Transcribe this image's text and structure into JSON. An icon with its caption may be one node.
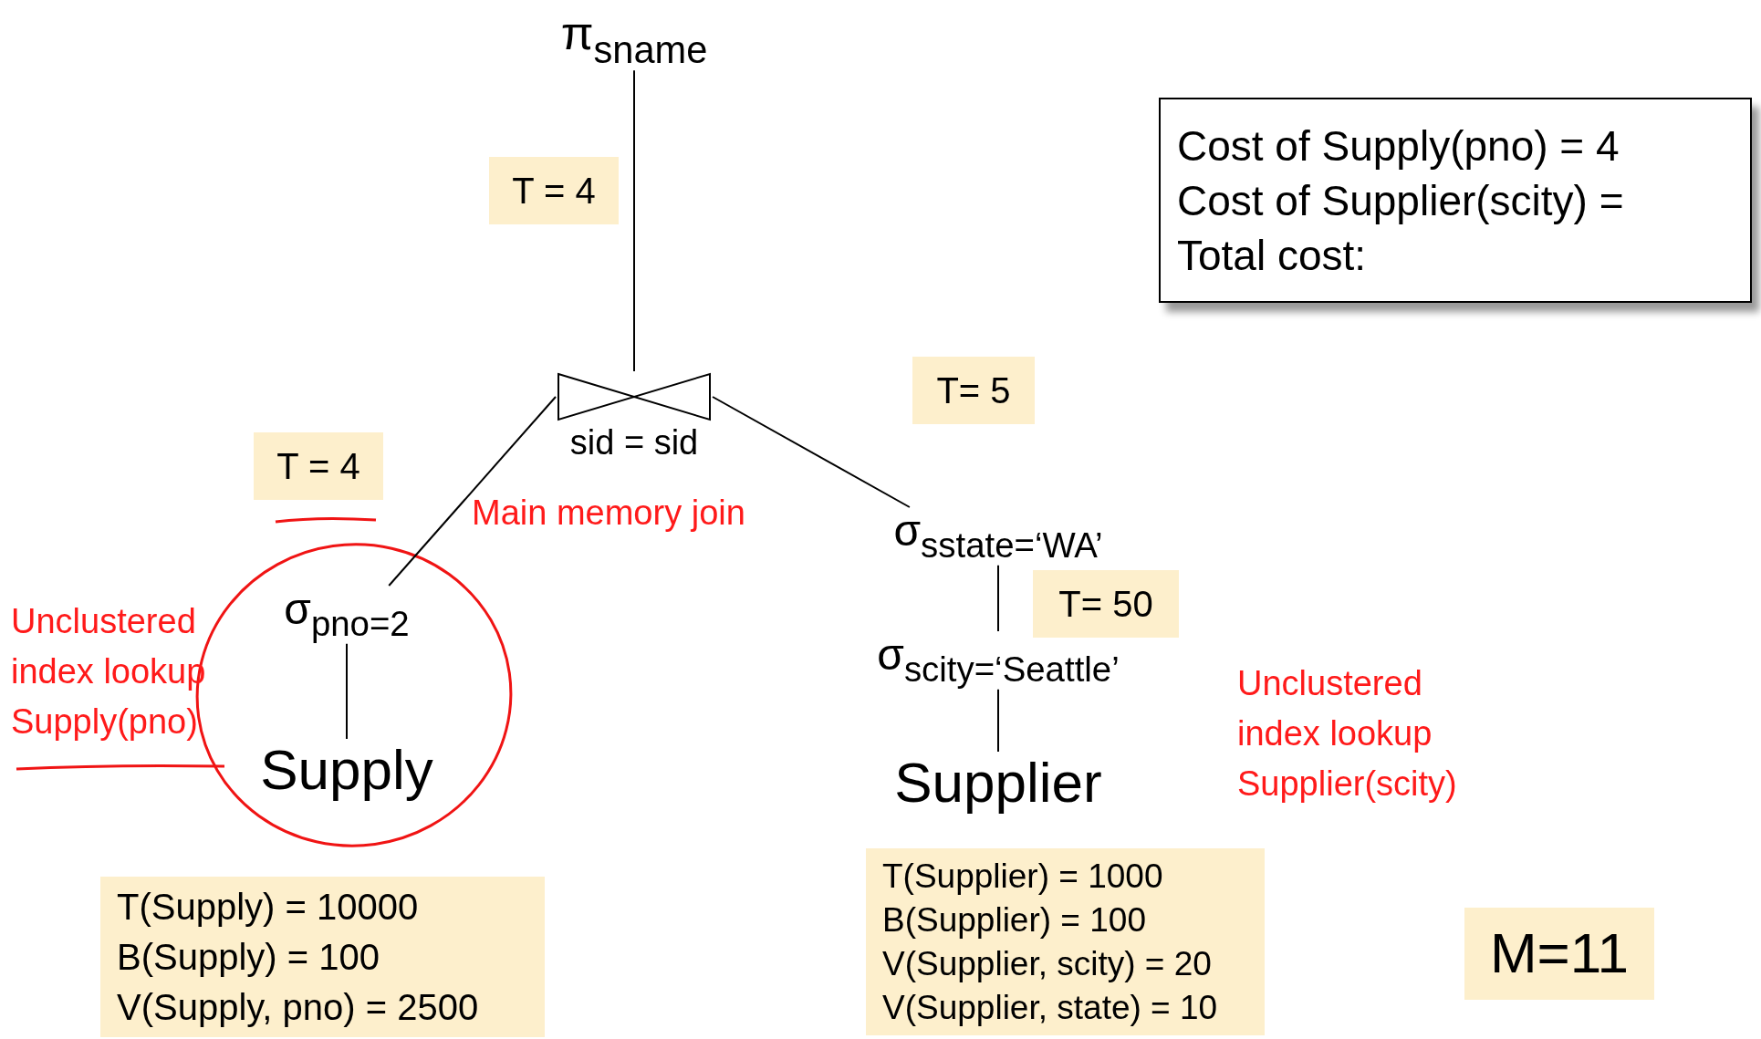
{
  "diagram": {
    "nodes": [
      {
        "text": [
          "π$_{sname}$"
        ]
      },
      {
        "text": [
          "T = 4"
        ]
      },
      {
        "text": [
          "Cost of Supply(pno) = 4",
          "Cost of Supplier(scity) =",
          "Total cost:"
        ]
      },
      {
        "text": [
          "sid = sid"
        ]
      },
      {
        "text": [
          "T= 5"
        ]
      },
      {
        "text": [
          "T = 4"
        ]
      },
      {
        "text": [
          "σ$_{sstate=‘WA’}$"
        ]
      },
      {
        "text": [
          "σ$_{pno=2}$"
        ]
      },
      {
        "text": [
          "T= 50"
        ]
      },
      {
        "text": [
          "σ$_{scity=‘Seattle’}$"
        ]
      },
      {
        "text": [
          "Supply"
        ]
      },
      {
        "text": [
          "Supplier"
        ]
      },
      {
        "text": [
          "T(Supplier) = 1000",
          "B(Supplier) = 100",
          "V(Supplier, scity) = 20",
          "V(Supplier, state) = 10"
        ]
      },
      {
        "text": [
          "T(Supply) = 10000",
          "B(Supply) = 100",
          "V(Supply, pno) = 2500"
        ]
      },
      {
        "text": [
          "M=11"
        ]
      }
    ],
    "edges": [
      {
        "from": 0,
        "to": 3,
        "arrow": "none"
      },
      {
        "from": 3,
        "to": 7,
        "arrow": "none"
      },
      {
        "from": 3,
        "to": 6,
        "arrow": "none"
      },
      {
        "from": 7,
        "to": 10,
        "arrow": "none"
      },
      {
        "from": 6,
        "to": 9,
        "arrow": "none"
      },
      {
        "from": 9,
        "to": 11,
        "arrow": "none"
      }
    ],
    "labels": [
      "Main memory join",
      "Unclustered index lookup Supply(pno)",
      "Unclustered index lookup Supplier(scity)"
    ]
  }
}
